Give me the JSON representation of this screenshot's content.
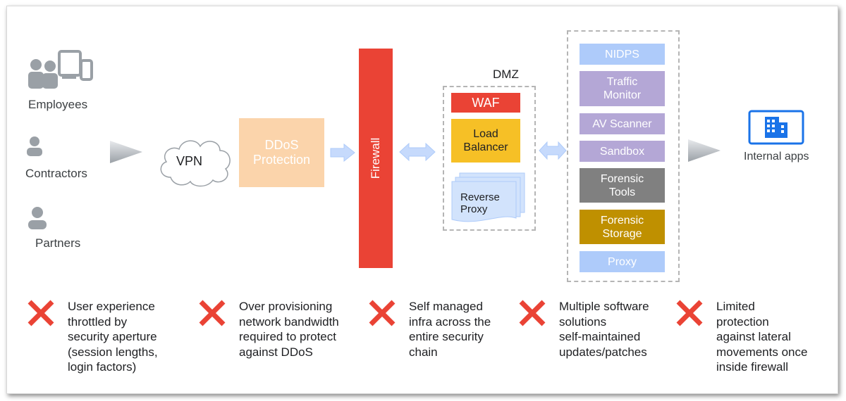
{
  "users": {
    "employees": "Employees",
    "contractors": "Contractors",
    "partners": "Partners"
  },
  "vpn": "VPN",
  "ddos": "DDoS\nProtection",
  "firewall": "Firewall",
  "dmz": {
    "title": "DMZ",
    "waf": "WAF",
    "load_balancer": "Load\nBalancer",
    "reverse_proxy": "Reverse\nProxy"
  },
  "security_stack": {
    "nidps": "NIDPS",
    "traffic_monitor": "Traffic\nMonitor",
    "av_scanner": "AV Scanner",
    "sandbox": "Sandbox",
    "forensic_tools": "Forensic\nTools",
    "forensic_storage": "Forensic\nStorage",
    "proxy": "Proxy"
  },
  "internal_apps": "Internal apps",
  "drawbacks": [
    "User experience\nthrottled by\nsecurity aperture\n(session lengths,\nlogin factors)",
    "Over provisioning\nnetwork bandwidth\nrequired to protect\nagainst DDoS",
    "Self managed\ninfra across the\nentire security\nchain",
    "Multiple software\nsolutions\nself-maintained\nupdates/patches",
    "Limited\nprotection\nagainst lateral\nmovements once\ninside firewall"
  ],
  "colors": {
    "red": "#ea4335",
    "peach": "#fbd4ab",
    "yellow": "#f6c026",
    "light_blue": "#aecbfa",
    "lavender": "#b4a7d6",
    "gray": "#808080",
    "gold": "#bf9000",
    "icon_gray": "#9aa0a6",
    "internal_blue": "#1a73e8"
  }
}
